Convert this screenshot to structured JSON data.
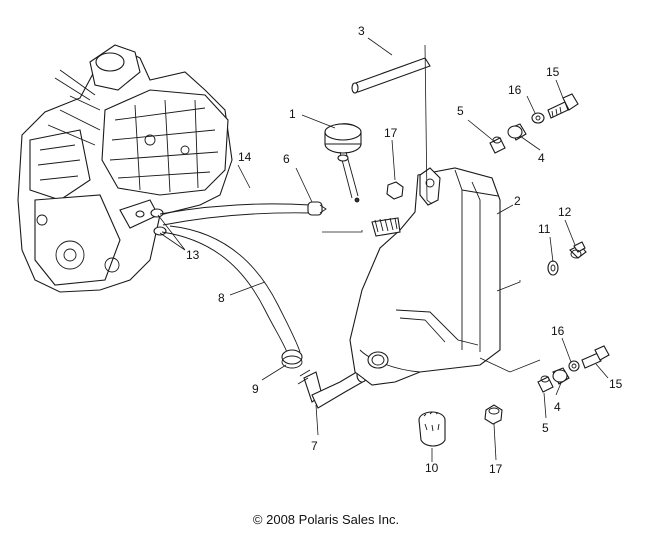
{
  "callouts": [
    {
      "id": "c1",
      "label": "1"
    },
    {
      "id": "c2",
      "label": "2"
    },
    {
      "id": "c3",
      "label": "3"
    },
    {
      "id": "c4a",
      "label": "4"
    },
    {
      "id": "c4b",
      "label": "4"
    },
    {
      "id": "c5a",
      "label": "5"
    },
    {
      "id": "c5b",
      "label": "5"
    },
    {
      "id": "c6",
      "label": "6"
    },
    {
      "id": "c7",
      "label": "7"
    },
    {
      "id": "c8",
      "label": "8"
    },
    {
      "id": "c9",
      "label": "9"
    },
    {
      "id": "c10",
      "label": "10"
    },
    {
      "id": "c11",
      "label": "11"
    },
    {
      "id": "c12",
      "label": "12"
    },
    {
      "id": "c13",
      "label": "13"
    },
    {
      "id": "c14",
      "label": "14"
    },
    {
      "id": "c15a",
      "label": "15"
    },
    {
      "id": "c15b",
      "label": "15"
    },
    {
      "id": "c16a",
      "label": "16"
    },
    {
      "id": "c16b",
      "label": "16"
    },
    {
      "id": "c17a",
      "label": "17"
    },
    {
      "id": "c17b",
      "label": "17"
    }
  ],
  "copyright": "© 2008 Polaris Sales Inc."
}
